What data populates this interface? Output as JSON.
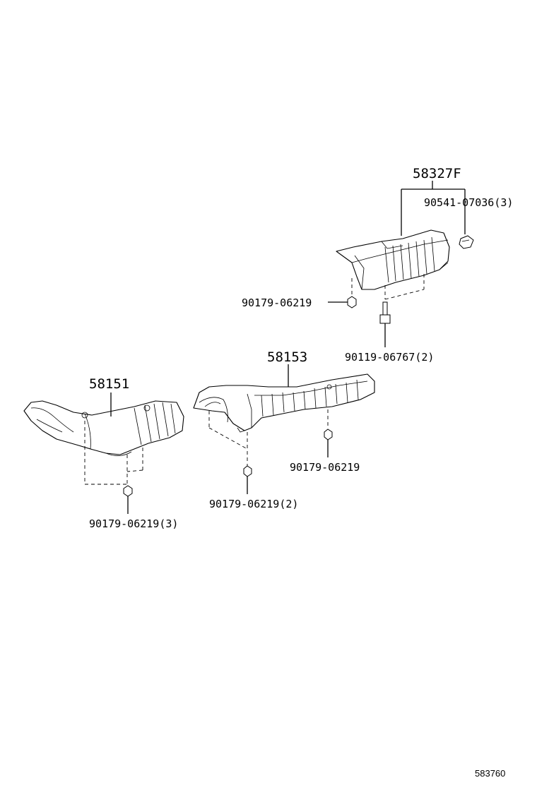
{
  "parts": {
    "p58327F": "58327F",
    "p90541": "90541-07036(3)",
    "p90179_top": "90179-06219",
    "p90119": "90119-06767(2)",
    "p58153": "58153",
    "p58151": "58151",
    "p90179_mid": "90179-06219",
    "p90179_2": "90179-06219(2)",
    "p90179_3": "90179-06219(3)"
  },
  "reference": "583760"
}
